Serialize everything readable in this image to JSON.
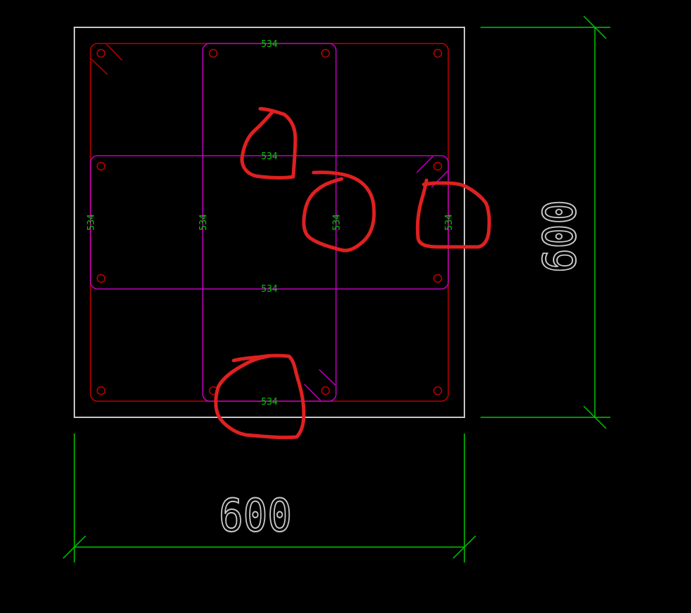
{
  "drawing": {
    "background_color": "#000000",
    "outline_color": "#c8c8c8",
    "rebar_outer_color": "#c00000",
    "rebar_inner_color": "#c000c0",
    "dimension_color": "#00c800",
    "annotation_color": "#e02020",
    "width_dimension": "600",
    "height_dimension": "600",
    "rebar_labels": {
      "top": "534",
      "upper_middle": "534",
      "lower_middle": "534",
      "bottom": "534",
      "left_1": "534",
      "left_2": "534",
      "left_3": "534",
      "left_4": "534"
    }
  }
}
